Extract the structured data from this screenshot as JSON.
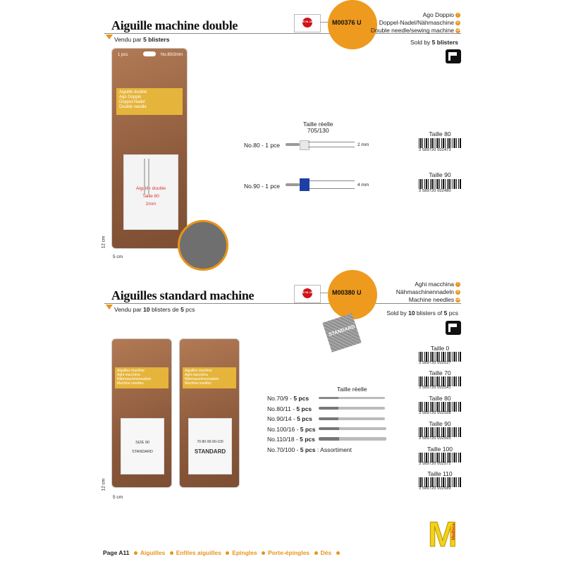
{
  "section1": {
    "title": "Aiguille machine double",
    "sold_by": [
      "Vendu par ",
      "5 blisters",
      ""
    ],
    "code": "M00376 U",
    "made_in": "MADE IN JAPAN",
    "names": [
      "Ago Doppio",
      "Doppel-Nadel/Nähmaschine",
      "Double needle/sewing machine"
    ],
    "lang_badges": [
      "I",
      "D",
      "GB"
    ],
    "sold_by_en": [
      "Sold by ",
      "5 blisters",
      ""
    ],
    "pkg": {
      "pcs": "1 pcs",
      "size": "No.80/2mm",
      "label_lines": [
        "Aiguille double",
        "Ago Doppio",
        "Doppel-Nadel",
        "Double needle"
      ],
      "window_lines": [
        "Aiguille double",
        "Taille 80",
        "2mm"
      ]
    },
    "dim_h": "12 cm",
    "dim_w": "5 cm",
    "taille_reelle": "Taille réelle",
    "system": "705/130",
    "needles": [
      {
        "label": "No.80 - 1 pce",
        "spacing": "2 mm"
      },
      {
        "label": "No.90 - 1 pce",
        "spacing": "4 mm"
      }
    ],
    "barcodes": [
      {
        "size": "Taille 80",
        "ean": "3 589720 002473"
      },
      {
        "size": "Taille 90",
        "ean": "3 589720 002480"
      }
    ]
  },
  "section2": {
    "title": "Aiguilles standard machine",
    "sold_by": [
      "Vendu par ",
      "10",
      " blisters de ",
      "5",
      " pcs"
    ],
    "code": "M00380 U",
    "made_in": "MADE IN JAPAN",
    "names": [
      "Aghi macchina",
      "Nähmaschinennadeln",
      "Machine needles"
    ],
    "lang_badges": [
      "I",
      "D",
      "GB"
    ],
    "sold_by_en": [
      "Sold by ",
      "10",
      " blisters of ",
      "5",
      " pcs"
    ],
    "standard_label": "STANDARD",
    "pkg": {
      "label_lines": [
        "Aiguilles machine",
        "Aghi macchina",
        "Nähmaschinennadeln",
        "Machine needles"
      ],
      "window_left": [
        "SIZE 90",
        "STANDARD"
      ],
      "window_right": [
        "70-80-90-90-100",
        "STANDARD"
      ]
    },
    "dim_h": "12 cm",
    "dim_w": "5 cm",
    "taille_reelle": "Taille réelle",
    "needles": [
      {
        "label": "No.70/9 - ",
        "qty": "5 pcs",
        "suffix": ""
      },
      {
        "label": "No.80/11 - ",
        "qty": "5 pcs",
        "suffix": ""
      },
      {
        "label": "No.90/14 - ",
        "qty": "5 pcs",
        "suffix": ""
      },
      {
        "label": "No.100/16 - ",
        "qty": "5 pcs",
        "suffix": ""
      },
      {
        "label": "No.110/18 - ",
        "qty": "5 pcs",
        "suffix": ""
      },
      {
        "label": "No.70/100 - ",
        "qty": "5 pcs",
        "suffix": " : Assortiment"
      }
    ],
    "barcodes": [
      {
        "size": "Taille 0",
        "ean": "3 589720 002527"
      },
      {
        "size": "Taille 70",
        "ean": "3 589720 002541"
      },
      {
        "size": "Taille 80",
        "ean": "3 589720 002558"
      },
      {
        "size": "Taille 90",
        "ean": "3 589720 002565"
      },
      {
        "size": "Taille 100",
        "ean": "3 589720 002572"
      },
      {
        "size": "Taille 110",
        "ean": "3 589720 002589"
      }
    ]
  },
  "brand": {
    "letter": "M",
    "name": "Medisca"
  },
  "footer": {
    "page": "Page A11",
    "items": [
      "Aiguilles",
      "Enfiles aiguilles",
      "Epingles",
      "Porte-épingles",
      "Dés"
    ]
  },
  "colors": {
    "accent": "#e8941a",
    "brand_yellow": "#f2d21b",
    "brown": "#8c5a3c"
  }
}
